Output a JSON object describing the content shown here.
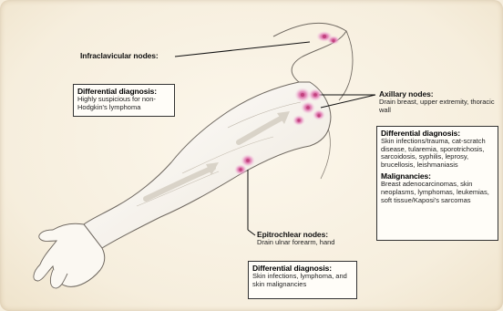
{
  "labels": {
    "infraclavicular": "Infraclavicular nodes:",
    "axillary_title": "Axillary nodes:",
    "axillary_desc": "Drain breast, upper extremity, thoracic wall",
    "epitrochlear_title": "Epitrochlear nodes:",
    "epitrochlear_desc": "Drain ulnar forearm, hand"
  },
  "boxes": {
    "infraclavicular_dd": {
      "title": "Differential diagnosis:",
      "body": "Highly suspicious for non-Hodgkin's lymphoma"
    },
    "axillary_dd": {
      "title": "Differential diagnosis:",
      "body": "Skin infections/trauma, cat-scratch disease, tularemia, sporotrichosis, sarcoidosis, syphilis, leprosy, brucellosis, leishmaniasis",
      "malignancies_title": "Malignancies:",
      "malignancies_body": "Breast adenocarcinomas, skin neoplasms, lymphomas, leukemias, soft tissue/Kaposi's sarcomas"
    },
    "epitrochlear_dd": {
      "title": "Differential diagnosis:",
      "body": "Skin infections, lymphoma, and skin malignancies"
    }
  },
  "colors": {
    "node_fill": "#e8a3c8",
    "node_core": "#c2427f",
    "skin_line": "#6f6860",
    "arrow": "#d9d3c8"
  }
}
